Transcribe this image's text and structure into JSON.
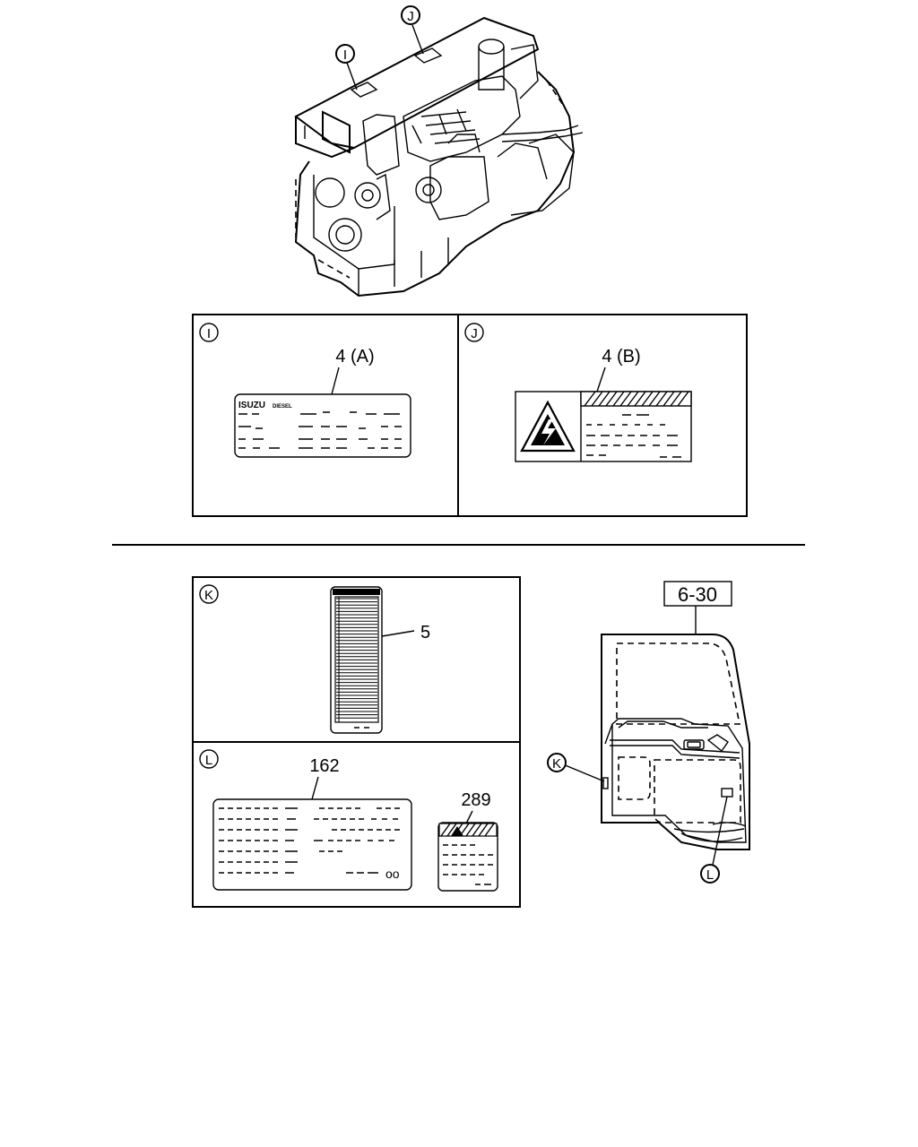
{
  "engine": {
    "callouts": [
      {
        "label": "I"
      },
      {
        "label": "J"
      }
    ]
  },
  "panels": {
    "I": {
      "letter": "I",
      "part_ref": "4 (A)",
      "plate_brand": "ISUZU",
      "plate_sub": "DIESEL"
    },
    "J": {
      "letter": "J",
      "part_ref": "4 (B)"
    },
    "K": {
      "letter": "K",
      "part_ref": "5"
    },
    "L": {
      "letter": "L",
      "part_ref_left": "162",
      "part_ref_right": "289",
      "plate_glyph": "oo"
    }
  },
  "door": {
    "page_ref": "6-30",
    "callout_k": "K",
    "callout_l": "L"
  },
  "colors": {
    "line": "#000000",
    "background": "#ffffff"
  }
}
